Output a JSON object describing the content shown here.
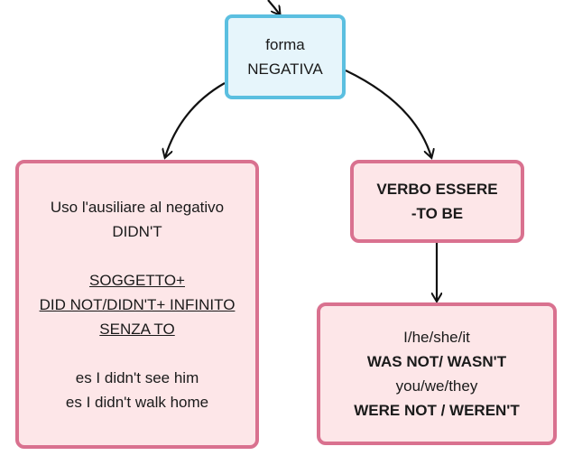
{
  "colors": {
    "blue_border": "#5bbfe0",
    "blue_fill": "#e6f5fb",
    "pink_border": "#d9718f",
    "pink_fill": "#fde6e8"
  },
  "forma": {
    "line1": "forma",
    "line2": "NEGATIVA"
  },
  "didnt": {
    "line1": "Uso l'ausiliare al negativo",
    "line2": "DIDN'T",
    "rule1": "SOGGETTO+",
    "rule2": "DID NOT/DIDN'T+ INFINITO",
    "rule3": "SENZA TO",
    "ex1": "es I didn't see him",
    "ex2": "es I didn't walk home"
  },
  "essere": {
    "line1": "VERBO ESSERE",
    "line2": "-TO BE"
  },
  "wasnt": {
    "line1": "I/he/she/it",
    "line2": "WAS NOT/ WASN'T",
    "line3": "you/we/they",
    "line4": "WERE NOT / WEREN'T"
  }
}
